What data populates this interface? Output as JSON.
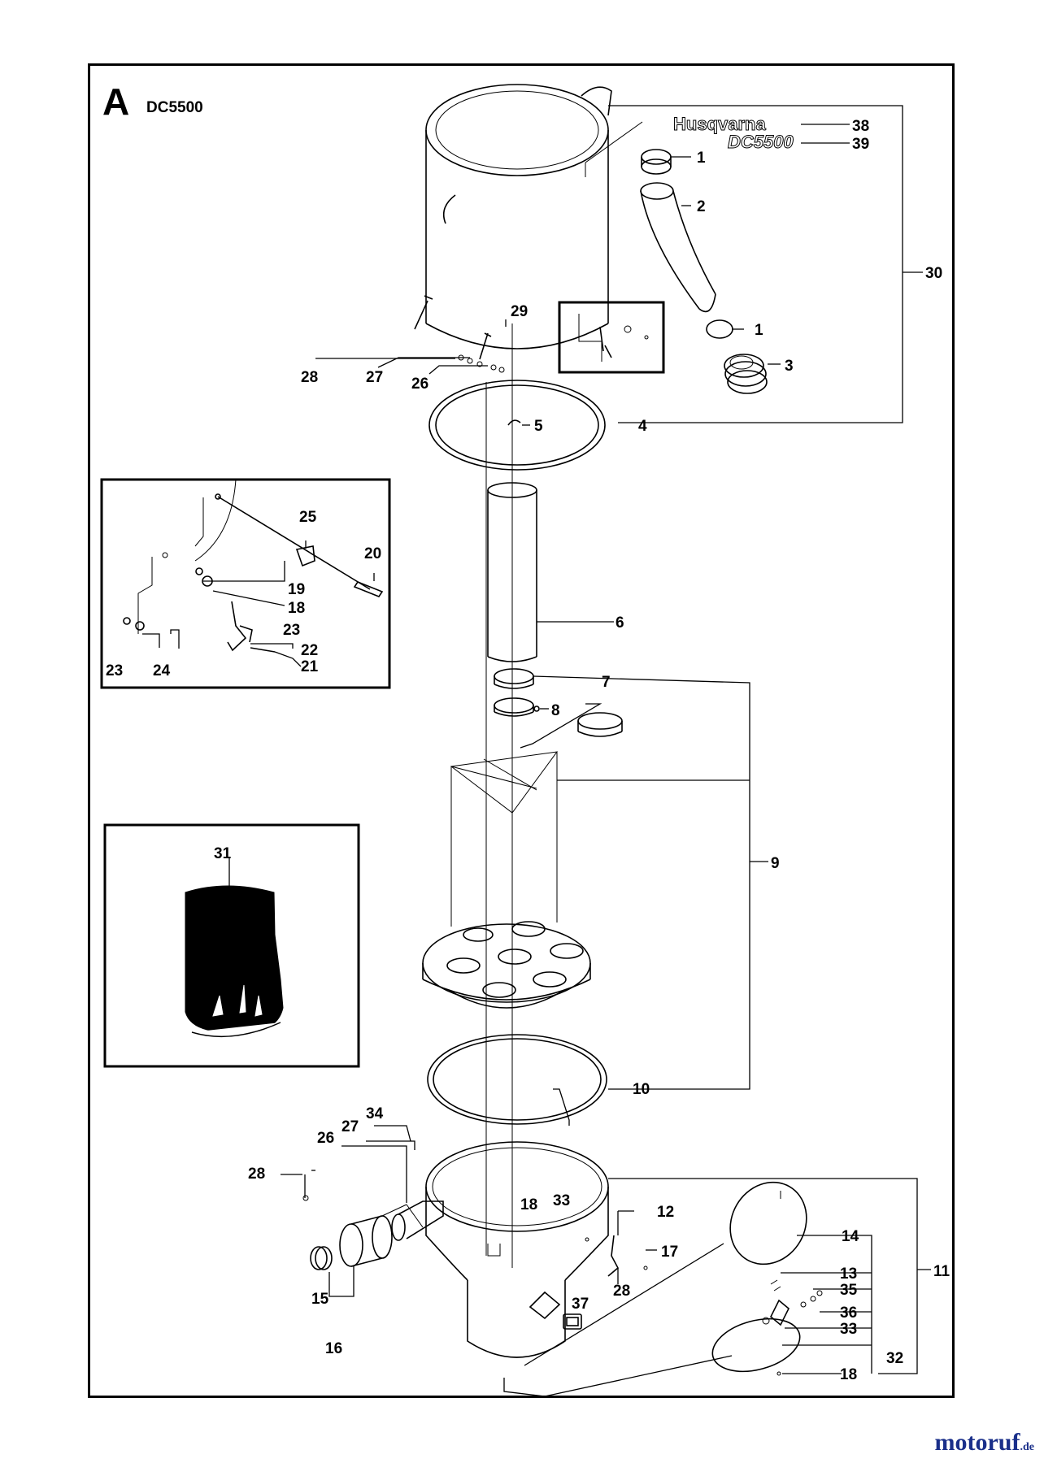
{
  "section_letter": "A",
  "model": "DC5500",
  "brand_logo_text": "Husqvarna",
  "brand_model_text": "DC5500",
  "watermark": {
    "main": "motoruf",
    "suffix": ".de"
  },
  "callouts": {
    "c1a": "1",
    "c1b": "1",
    "c2": "2",
    "c3": "3",
    "c4": "4",
    "c5": "5",
    "c6": "6",
    "c7": "7",
    "c8": "8",
    "c9": "9",
    "c10": "10",
    "c11": "11",
    "c12": "12",
    "c13": "13",
    "c14": "14",
    "c15": "15",
    "c16": "16",
    "c17": "17",
    "c18a": "18",
    "c18b": "18",
    "c18c": "18",
    "c19": "19",
    "c20": "20",
    "c21": "21",
    "c22": "22",
    "c23a": "23",
    "c23b": "23",
    "c24": "24",
    "c25": "25",
    "c26a": "26",
    "c26b": "26",
    "c27a": "27",
    "c27b": "27",
    "c28a": "28",
    "c28b": "28",
    "c28c": "28",
    "c29": "29",
    "c30": "30",
    "c31": "31",
    "c32": "32",
    "c33a": "33",
    "c33b": "33",
    "c34": "34",
    "c35": "35",
    "c36": "36",
    "c37": "37",
    "c38": "38",
    "c39": "39"
  },
  "colors": {
    "line": "#000000",
    "filter_fill": "#000000",
    "watermark": "#1a2f8a"
  }
}
